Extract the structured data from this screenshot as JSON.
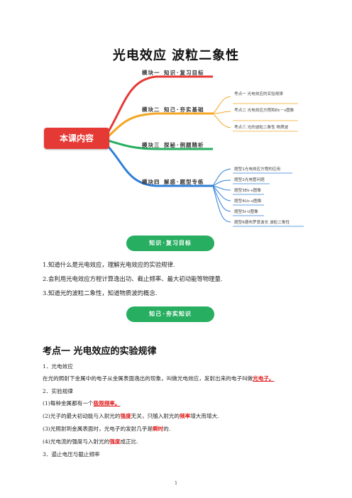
{
  "title": "光电效应  波粒二象性",
  "mindmap": {
    "center": "本课内容",
    "branches": [
      {
        "label": "模块一  知识·复习目标"
      },
      {
        "label": "模块二  知己·夯实基础"
      },
      {
        "label": "模块三  探秘·例题精析"
      },
      {
        "label": "模块四  解惑·题型专练"
      }
    ],
    "module2_items": [
      "考点一   光电效应的实验规律",
      "考点二   光电效应方程和Ek－ν图象",
      "考点三   光的波粒二象性   物质波"
    ],
    "module4_items": [
      "题型1光电效应方程的应用",
      "题型2光电管问题",
      "题型3Ek-ν图像",
      "题型4Uc-ν图像",
      "题型5I-U图像",
      "题型6德布罗意波长   波粒二象性"
    ]
  },
  "pills": {
    "goals": "知识·复习目标",
    "basics": "知己·夯实知识"
  },
  "goals": [
    "1.知道什么是光电效应，理解光电效应的实验规律.",
    "2.会利用光电效应方程计算逸出功、截止频率、最大初动能等物理量.",
    "3.知道光的波粒二象性，知道物质波的概念."
  ],
  "section": {
    "heading": "考点一    光电效应的实验规律",
    "p1_title": "1．光电效应",
    "p1_a": "在光的照射下金属中的电子从金属表面逸出的现象，叫做光电效应，发射出来的电子叫做",
    "p1_b": "光电子。",
    "p2_title": "2．实验规律",
    "r1_a": "(1)每种金属都有一个",
    "r1_b": "极限频率。",
    "r2_a": "(2)光子的最大初动能与入射光的",
    "r2_b": "强度",
    "r2_c": "无关，只随入射光的",
    "r2_d": "频率",
    "r2_e": "增大而增大.",
    "r3_a": "(3)光照射到金属表面时，光电子的发射几乎是",
    "r3_b": "瞬时",
    "r3_c": "的.",
    "r4_a": "(4)光电流的强度与入射光的",
    "r4_b": "强度",
    "r4_c": "成正比.",
    "p3_title": "3．遏止电压与截止频率"
  },
  "page_number": "1",
  "colors": {
    "center": "#e53935",
    "pill": "#27ae60",
    "emphasis": "#e02020",
    "branch1": "#e53935",
    "branch2": "#f5a623",
    "branch3": "#27ae60",
    "branch4": "#2f7fd6"
  }
}
